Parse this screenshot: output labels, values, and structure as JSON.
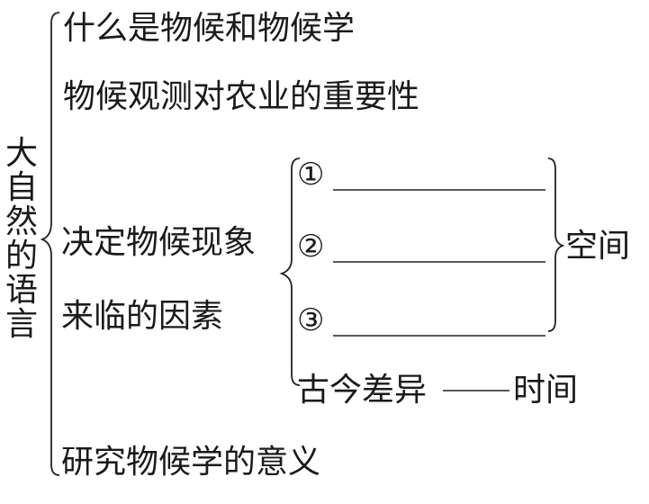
{
  "root": {
    "title_chars": [
      "大",
      "自",
      "然",
      "的",
      "语",
      "言"
    ]
  },
  "branches": {
    "item1": "什么是物候和物候学",
    "item2": "物候观测对农业的重要性",
    "item3_line1": "决定物候现象",
    "item3_line2": "来临的因素",
    "item4": "研究物候学的意义"
  },
  "factors": {
    "blank1_marker": "①",
    "blank2_marker": "②",
    "blank3_marker": "③",
    "space_label": "空间",
    "time_left": "古今差异",
    "time_right": "时间"
  }
}
